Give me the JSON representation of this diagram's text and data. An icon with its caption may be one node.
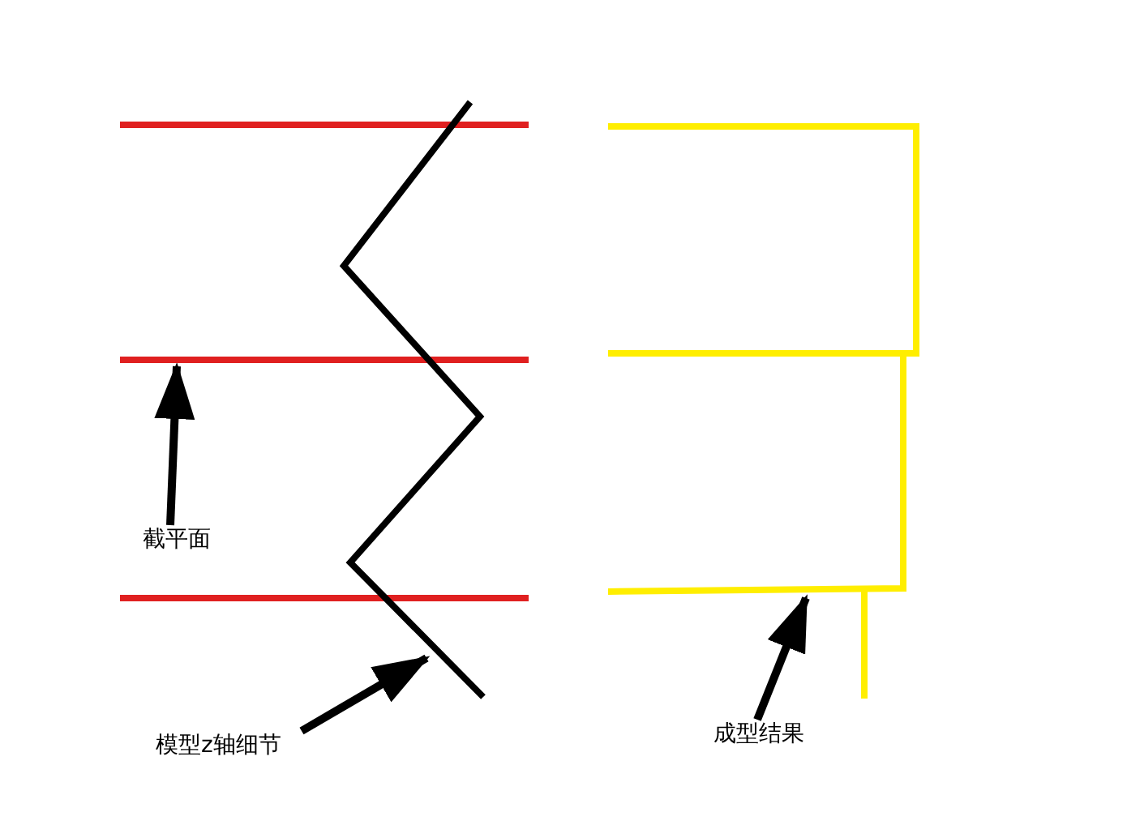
{
  "diagram": {
    "nodes": [
      {
        "text": [
          "截平面"
        ]
      },
      {
        "text": [],
        "shape": "picture"
      },
      {
        "text": [
          "模型z轴细节"
        ]
      },
      {
        "text": [],
        "shape": "picture"
      },
      {
        "text": [
          "成型结果"
        ]
      },
      {
        "text": [],
        "shape": "picture"
      }
    ],
    "edges": [
      {
        "from": 0,
        "to": 1,
        "arrow": "to"
      },
      {
        "from": 2,
        "to": 3,
        "arrow": "to"
      },
      {
        "from": 4,
        "to": 5,
        "arrow": "to"
      }
    ]
  }
}
